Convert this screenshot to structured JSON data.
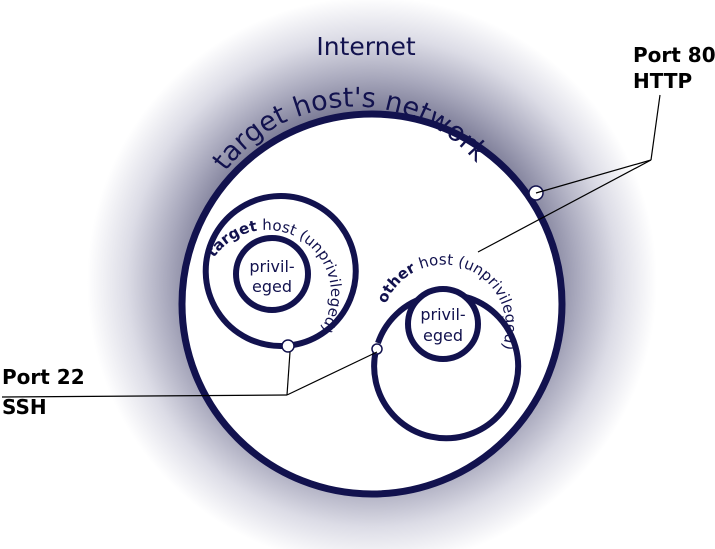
{
  "internet_label": "Internet",
  "network_label": "target host's network",
  "target_host": {
    "bold": "target",
    "rest": " host (unprivileged)"
  },
  "other_host": {
    "bold": "other",
    "rest": " host (unprivileged)"
  },
  "privileged": {
    "line1": "privil-",
    "line2": "eged"
  },
  "port80": {
    "line1": "Port 80",
    "line2": "HTTP"
  },
  "port22": {
    "line1": "Port 22",
    "line2": "SSH"
  },
  "colors": {
    "navy": "#12124e",
    "halo_outer": "#ffffff",
    "halo_inner": "#6a6a8a",
    "port_dot": "#ffffff"
  }
}
